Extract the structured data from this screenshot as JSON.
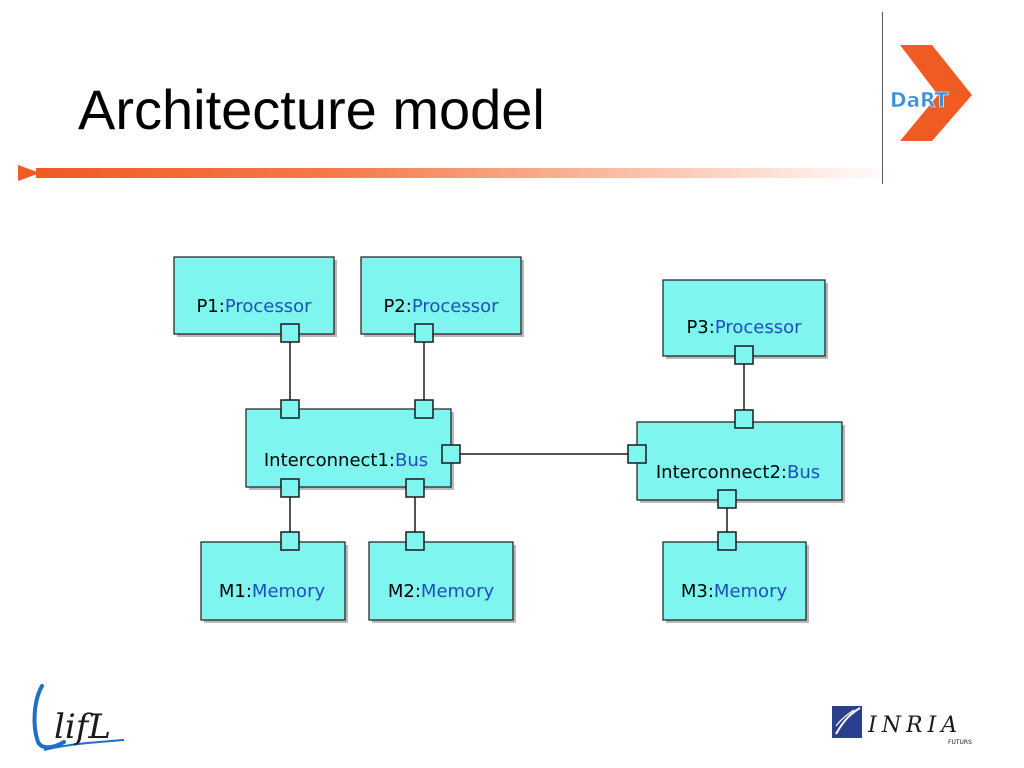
{
  "slide": {
    "title": "Architecture model"
  },
  "logos": {
    "dart": "DaRT",
    "lifl": "lifL",
    "inria": "INRIA",
    "inria_sub": "FUTURS"
  },
  "diagram": {
    "nodes": {
      "p1": {
        "instance": "P1",
        "classifier": "Processor"
      },
      "p2": {
        "instance": "P2",
        "classifier": "Processor"
      },
      "p3": {
        "instance": "P3",
        "classifier": "Processor"
      },
      "ic1": {
        "instance": "Interconnect1",
        "classifier": "Bus"
      },
      "ic2": {
        "instance": "Interconnect2",
        "classifier": "Bus"
      },
      "m1": {
        "instance": "M1",
        "classifier": "Memory"
      },
      "m2": {
        "instance": "M2",
        "classifier": "Memory"
      },
      "m3": {
        "instance": "M3",
        "classifier": "Memory"
      }
    }
  },
  "colors": {
    "box_fill": "#7ff5f0",
    "classifier_text": "#1f4fb8",
    "accent_orange": "#f05a23"
  }
}
